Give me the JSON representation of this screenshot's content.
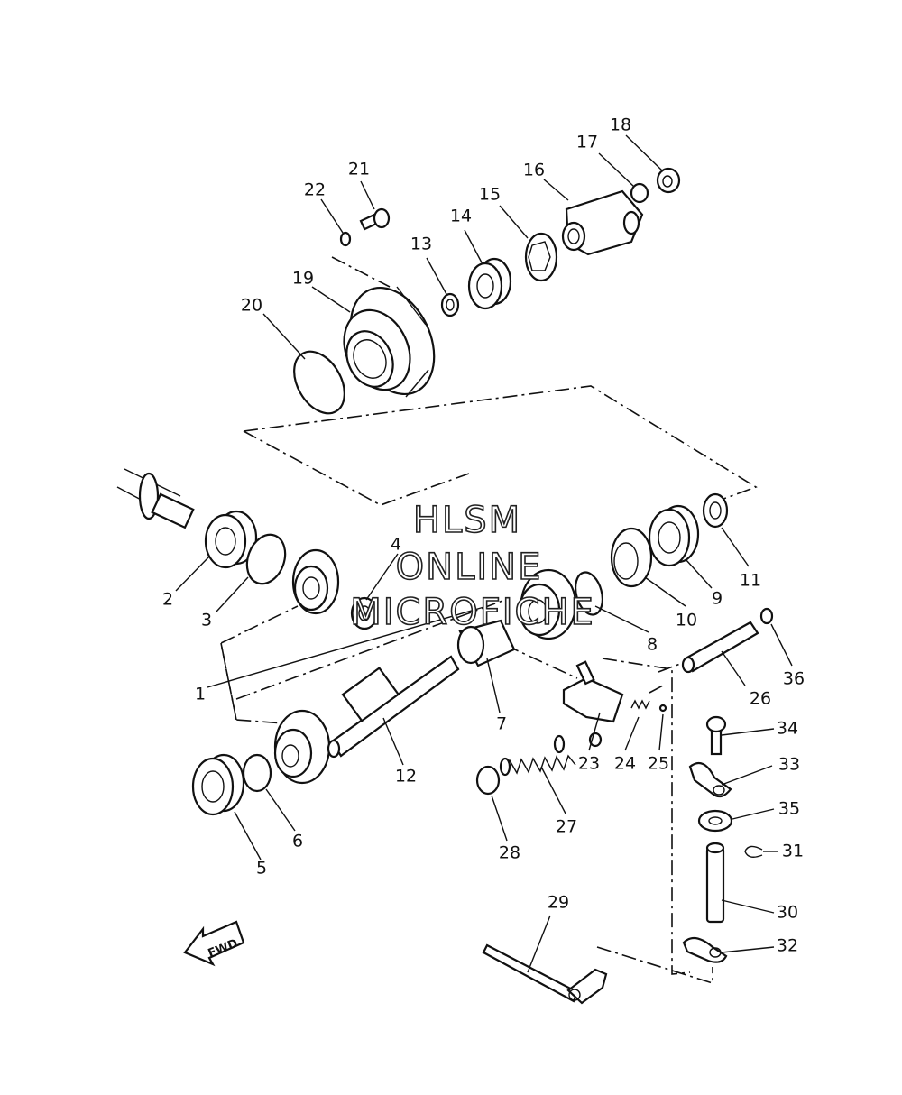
{
  "watermark": {
    "line1": "HLSM",
    "line2": "ONLINE",
    "line3": "MICROFICHE"
  },
  "direction_label": "FWD",
  "labels": {
    "p1": "1",
    "p2": "2",
    "p3": "3",
    "p4": "4",
    "p5": "5",
    "p6": "6",
    "p7": "7",
    "p8": "8",
    "p9": "9",
    "p10": "10",
    "p11": "11",
    "p12": "12",
    "p13": "13",
    "p14": "14",
    "p15": "15",
    "p16": "16",
    "p17": "17",
    "p18": "18",
    "p19": "19",
    "p20": "20",
    "p21": "21",
    "p22": "22",
    "p23": "23",
    "p24": "24",
    "p25": "25",
    "p26": "26",
    "p27": "27",
    "p28": "28",
    "p29": "29",
    "p30": "30",
    "p31": "31",
    "p32": "32",
    "p33": "33",
    "p34": "34",
    "p35": "35",
    "p36": "36"
  }
}
